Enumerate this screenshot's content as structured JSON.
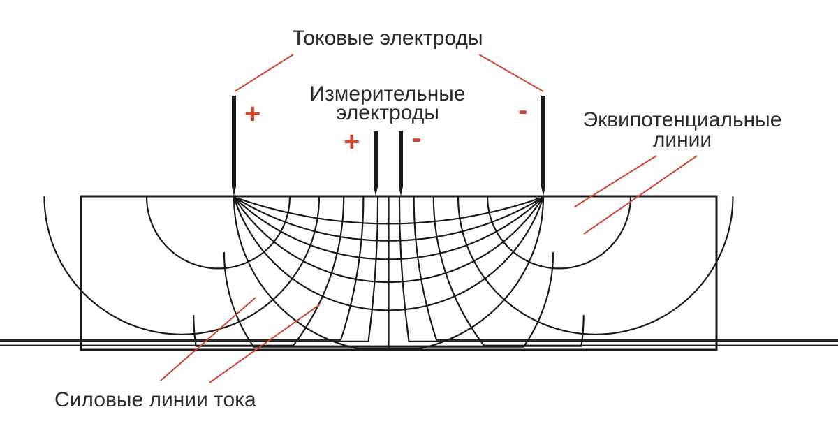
{
  "labels": {
    "current_electrodes": "Токовые электроды",
    "measuring_electrodes_line1": "Измерительные",
    "measuring_electrodes_line2": "электроды",
    "equipotential_line1": "Эквипотенциальные",
    "equipotential_line2": "линии",
    "field_lines": "Силовые линии тока"
  },
  "signs": {
    "current_plus": "+",
    "current_minus": "-",
    "measure_plus": "+",
    "measure_minus": "-"
  },
  "colors": {
    "accent": "#d0452c",
    "line": "#1a1a1a",
    "text": "#2b2b2b"
  }
}
